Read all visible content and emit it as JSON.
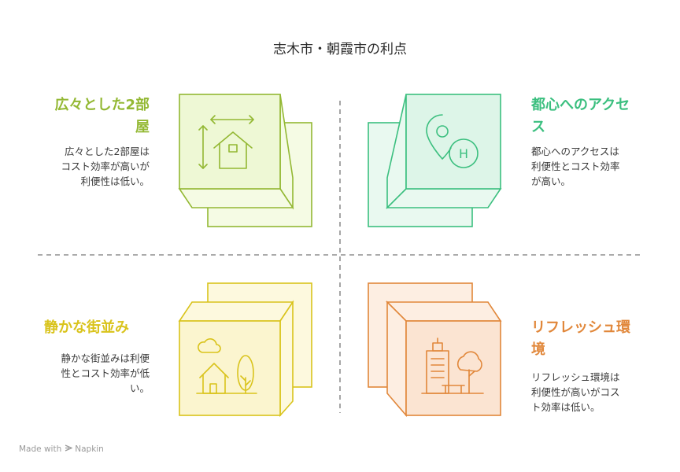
{
  "title": "志木市・朝霞市の利点",
  "quadrants": {
    "top_left": {
      "heading_lines": [
        "広々とした2部",
        "屋"
      ],
      "description_lines": [
        "広々とした2部屋は",
        "コスト効率が高いが",
        "利便性は低い。"
      ],
      "color": "#93b833",
      "fill_front": "#eef8d5",
      "fill_back": "#f5fbe4",
      "icon": "spacious-room-icon"
    },
    "top_right": {
      "heading_lines": [
        "都心へのアクセ",
        "ス"
      ],
      "description_lines": [
        "都心へのアクセスは",
        "利便性とコスト効率",
        "が高い。"
      ],
      "color": "#3bbf7f",
      "fill_front": "#ddf5e8",
      "fill_back": "#e9f9f0",
      "icon": "location-hospital-icon",
      "icon_letter": "H"
    },
    "bottom_left": {
      "heading_lines": [
        "静かな街並み"
      ],
      "description_lines": [
        "静かな街並みは利便",
        "性とコスト効率が低",
        "い。"
      ],
      "color": "#d9c31b",
      "fill_front": "#fbf5cf",
      "fill_back": "#fdf9de",
      "icon": "quiet-neighborhood-icon"
    },
    "bottom_right": {
      "heading_lines": [
        "リフレッシュ環",
        "境"
      ],
      "description_lines": [
        "リフレッシュ環境は",
        "利便性が高いがコス",
        "ト効率は低い。"
      ],
      "color": "#e1873a",
      "fill_front": "#fbe4d2",
      "fill_back": "#fdeee2",
      "icon": "city-park-icon"
    }
  },
  "divider_color": "#8f8f8f",
  "footer": {
    "made_with": "Made with",
    "brand": "Napkin"
  }
}
